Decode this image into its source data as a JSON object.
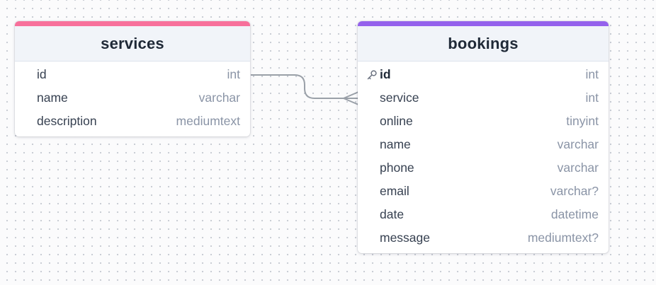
{
  "colors": {
    "services_accent": "#f7709b",
    "bookings_accent": "#9461ec",
    "connector": "#9aa0a8"
  },
  "tables": {
    "services": {
      "title": "services",
      "columns": [
        {
          "name": "id",
          "type": "int"
        },
        {
          "name": "name",
          "type": "varchar"
        },
        {
          "name": "description",
          "type": "mediumtext"
        }
      ]
    },
    "bookings": {
      "title": "bookings",
      "columns": [
        {
          "name": "id",
          "type": "int",
          "icon": "key-icon"
        },
        {
          "name": "service",
          "type": "int"
        },
        {
          "name": "online",
          "type": "tinyint"
        },
        {
          "name": "name",
          "type": "varchar"
        },
        {
          "name": "phone",
          "type": "varchar"
        },
        {
          "name": "email",
          "type": "varchar?"
        },
        {
          "name": "date",
          "type": "datetime"
        },
        {
          "name": "message",
          "type": "mediumtext?"
        }
      ]
    }
  },
  "relationship": {
    "from": "services.id",
    "to": "bookings.service",
    "cardinality": "one-to-many"
  }
}
